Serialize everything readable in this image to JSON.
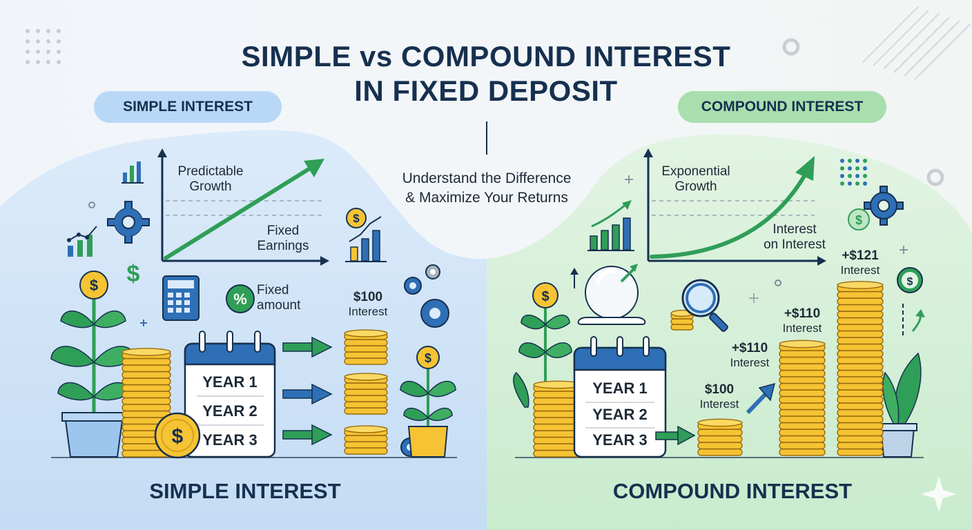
{
  "title": {
    "line1": "SIMPLE vs COMPOUND INTEREST",
    "line2": "IN FIXED DEPOSIT"
  },
  "tagline": {
    "line1": "Understand the Difference",
    "line2": "& Maximize Your Returns"
  },
  "simple": {
    "pill": "SIMPLE INTEREST",
    "chart": {
      "label1_l1": "Predictable",
      "label1_l2": "Growth",
      "label2_l1": "Fixed",
      "label2_l2": "Earnings"
    },
    "fixed_amount": {
      "l1": "Fixed",
      "l2": "amount"
    },
    "calendar": [
      "YEAR 1",
      "YEAR 2",
      "YEAR 3"
    ],
    "interest": {
      "amount": "$100",
      "word": "Interest"
    },
    "bottom_title": "SIMPLE INTEREST"
  },
  "compound": {
    "pill": "COMPOUND INTEREST",
    "chart": {
      "label1_l1": "Exponential",
      "label1_l2": "Growth",
      "label2_l1": "Interest",
      "label2_l2": "on Interest"
    },
    "calendar": [
      "YEAR 1",
      "YEAR 2",
      "YEAR 3"
    ],
    "interests": [
      {
        "amount": "$100",
        "word": "Interest"
      },
      {
        "amount": "+$110",
        "word": "Interest"
      },
      {
        "amount": "+$110",
        "word": "Interest"
      },
      {
        "amount": "+$121",
        "word": "Interest"
      }
    ],
    "bottom_title": "COMPOUND INTEREST"
  },
  "colors": {
    "navy": "#16304f",
    "simple_bg": "#cfe3f7",
    "compound_bg": "#d3efd6",
    "green": "#2f9e57",
    "blue": "#2e6fb6",
    "gold": "#f5c333"
  },
  "icons": [
    "bar-chart-icon",
    "gear-icon",
    "dollar-icon",
    "calculator-icon",
    "percent-icon",
    "coin-icon",
    "calendar-icon",
    "arrow-right-icon",
    "plant-icon",
    "magnifier-icon",
    "crystal-ball-icon",
    "sparkle-icon"
  ]
}
